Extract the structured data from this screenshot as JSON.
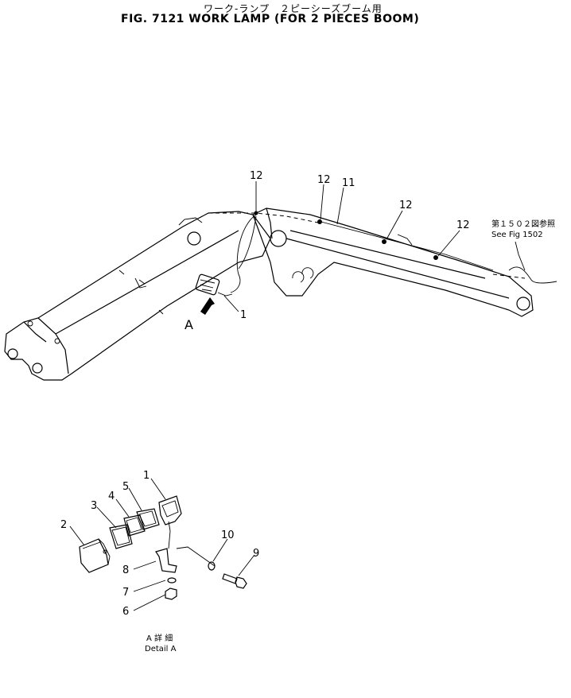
{
  "header": {
    "title_jp": "ワーク-ランプ　２ピーシーズブーム用",
    "title_en": "FIG. 7121  WORK LAMP (FOR 2 PIECES BOOM)"
  },
  "boom_callouts": {
    "c1": "1",
    "c11": "11",
    "c12a": "12",
    "c12b": "12",
    "c12c": "12",
    "c12d": "12",
    "view_a": "A",
    "see_fig_jp": "第１５０２図参照",
    "see_fig_en": "See Fig 1502"
  },
  "detail_callouts": {
    "p1": "1",
    "p2": "2",
    "p3": "3",
    "p4": "4",
    "p5": "5",
    "p6": "6",
    "p7": "7",
    "p8": "8",
    "p9": "9",
    "p10": "10",
    "detail_jp": "A 詳 細",
    "detail_en": "Detail A"
  }
}
